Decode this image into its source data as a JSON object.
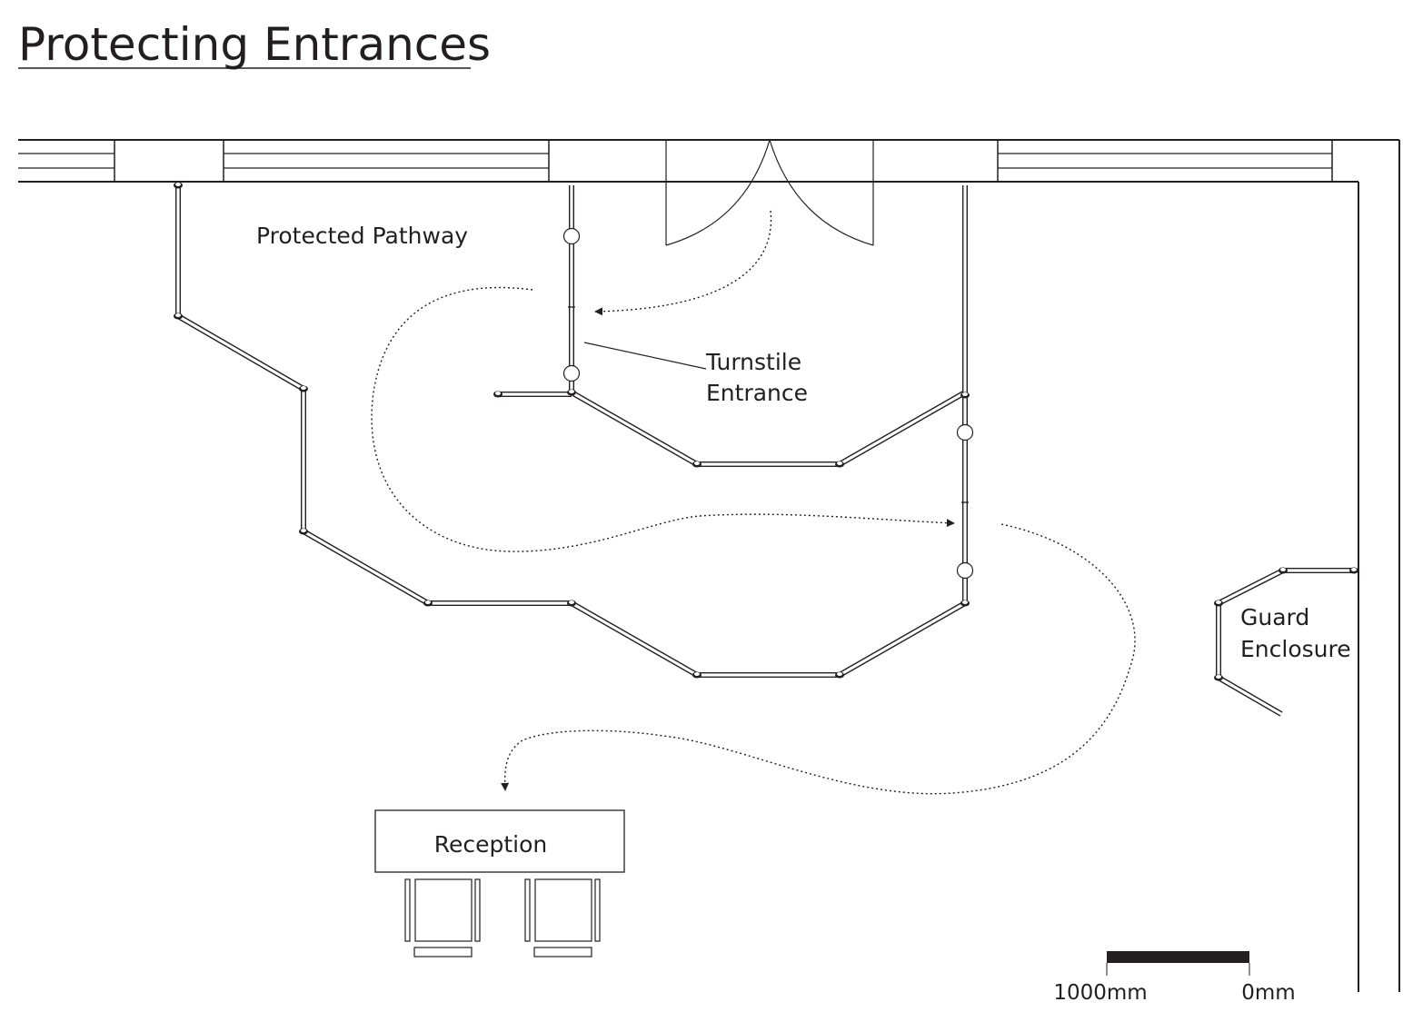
{
  "title": "Protecting Entrances",
  "labels": {
    "protected_pathway": "Protected Pathway",
    "turnstile_line1": "Turnstile",
    "turnstile_line2": "Entrance",
    "guard_line1": "Guard",
    "guard_line2": "Enclosure",
    "reception": "Reception"
  },
  "scale_bar": {
    "left_label": "1000mm",
    "right_label": "0mm"
  },
  "colors": {
    "ink": "#231f20",
    "background": "#ffffff"
  }
}
